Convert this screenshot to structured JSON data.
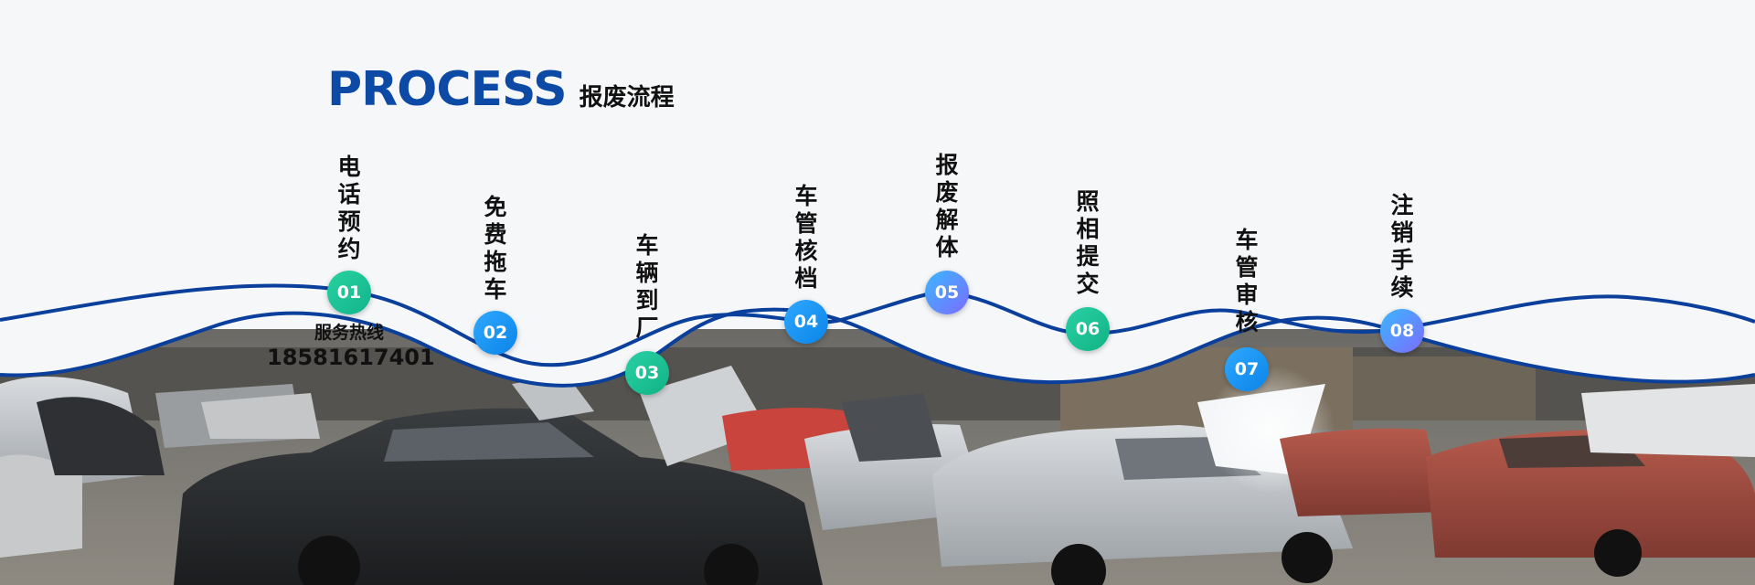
{
  "header": {
    "title": "PROCESS",
    "subtitle": "报废流程"
  },
  "steps": [
    {
      "number": "01",
      "label": "电话预约"
    },
    {
      "number": "02",
      "label": "免费拖车"
    },
    {
      "number": "03",
      "label": "车辆到厂"
    },
    {
      "number": "04",
      "label": "车管核档"
    },
    {
      "number": "05",
      "label": "报废解体"
    },
    {
      "number": "06",
      "label": "照相提交"
    },
    {
      "number": "07",
      "label": "车管审核"
    },
    {
      "number": "08",
      "label": "注销手续"
    }
  ],
  "hotline": {
    "label": "服务热线",
    "number": "18581617401"
  },
  "colors": {
    "accent": "#0c4aa6",
    "wave": "#0a3f9c",
    "green": "#1cc192",
    "blue": "#1996f0"
  }
}
